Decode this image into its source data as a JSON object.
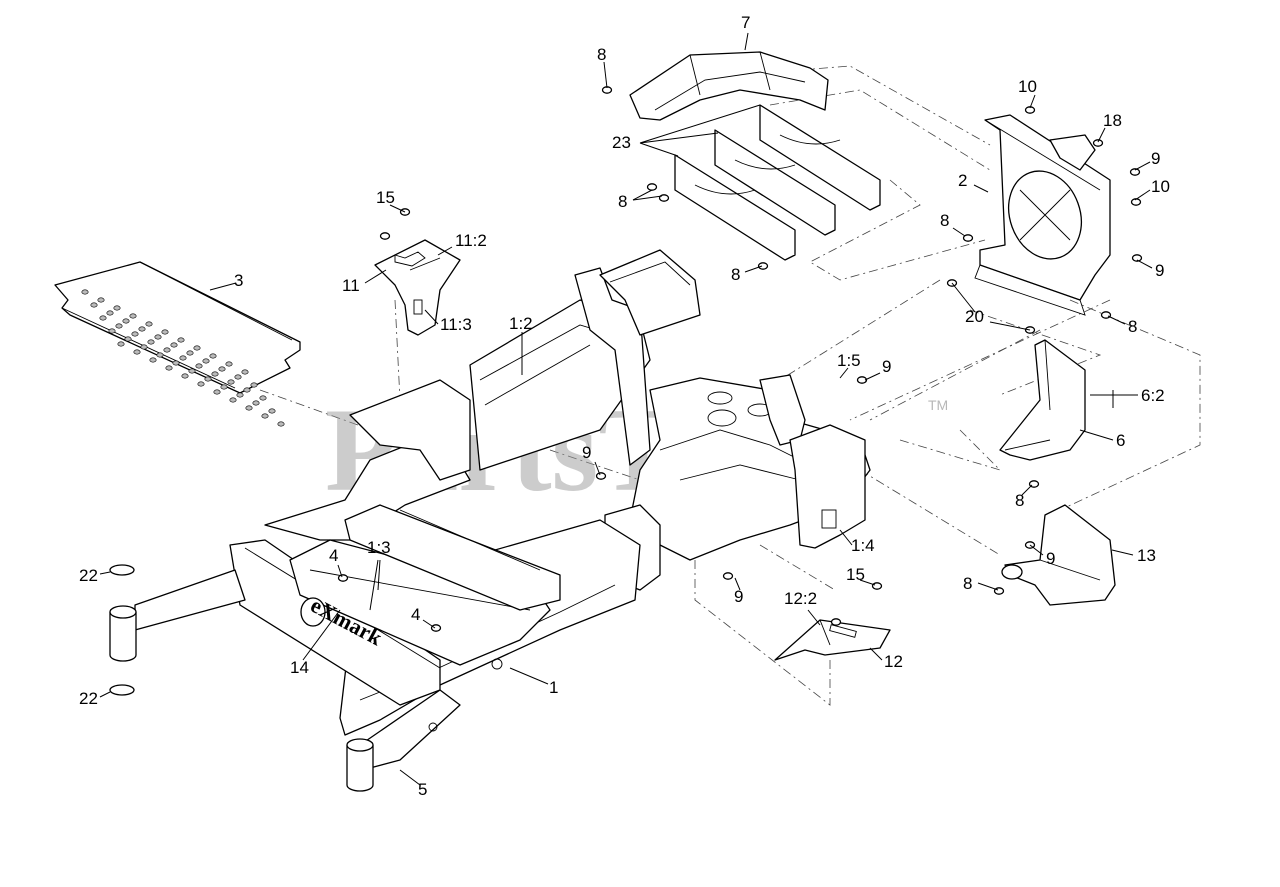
{
  "watermark": {
    "text": "PartsTree",
    "trademark": "TM"
  },
  "brand_logo": {
    "text": "eXmark"
  },
  "callouts": [
    {
      "id": "c-7",
      "label": "7"
    },
    {
      "id": "c-8a",
      "label": "8"
    },
    {
      "id": "c-23",
      "label": "23"
    },
    {
      "id": "c-8b",
      "label": "8"
    },
    {
      "id": "c-8c",
      "label": "8"
    },
    {
      "id": "c-8d",
      "label": "8"
    },
    {
      "id": "c-10a",
      "label": "10"
    },
    {
      "id": "c-18",
      "label": "18"
    },
    {
      "id": "c-9a",
      "label": "9"
    },
    {
      "id": "c-2",
      "label": "2"
    },
    {
      "id": "c-10b",
      "label": "10"
    },
    {
      "id": "c-8e",
      "label": "8"
    },
    {
      "id": "c-9b",
      "label": "9"
    },
    {
      "id": "c-20",
      "label": "20"
    },
    {
      "id": "c-8f",
      "label": "8"
    },
    {
      "id": "c-15a",
      "label": "15"
    },
    {
      "id": "c-11-2",
      "label": "11:2"
    },
    {
      "id": "c-11",
      "label": "11"
    },
    {
      "id": "c-11-3",
      "label": "11:3"
    },
    {
      "id": "c-3",
      "label": "3"
    },
    {
      "id": "c-1-2",
      "label": "1:2"
    },
    {
      "id": "c-1-5",
      "label": "1:5"
    },
    {
      "id": "c-9c",
      "label": "9"
    },
    {
      "id": "c-6-2",
      "label": "6:2"
    },
    {
      "id": "c-6",
      "label": "6"
    },
    {
      "id": "c-9d",
      "label": "9"
    },
    {
      "id": "c-8g",
      "label": "8"
    },
    {
      "id": "c-1-4",
      "label": "1:4"
    },
    {
      "id": "c-9e",
      "label": "9"
    },
    {
      "id": "c-13",
      "label": "13"
    },
    {
      "id": "c-8h",
      "label": "8"
    },
    {
      "id": "c-22a",
      "label": "22"
    },
    {
      "id": "c-4a",
      "label": "4"
    },
    {
      "id": "c-1-3",
      "label": "1:3"
    },
    {
      "id": "c-9f",
      "label": "9"
    },
    {
      "id": "c-15b",
      "label": "15"
    },
    {
      "id": "c-12-2",
      "label": "12:2"
    },
    {
      "id": "c-4b",
      "label": "4"
    },
    {
      "id": "c-14",
      "label": "14"
    },
    {
      "id": "c-12",
      "label": "12"
    },
    {
      "id": "c-1",
      "label": "1"
    },
    {
      "id": "c-22b",
      "label": "22"
    },
    {
      "id": "c-5",
      "label": "5"
    }
  ]
}
